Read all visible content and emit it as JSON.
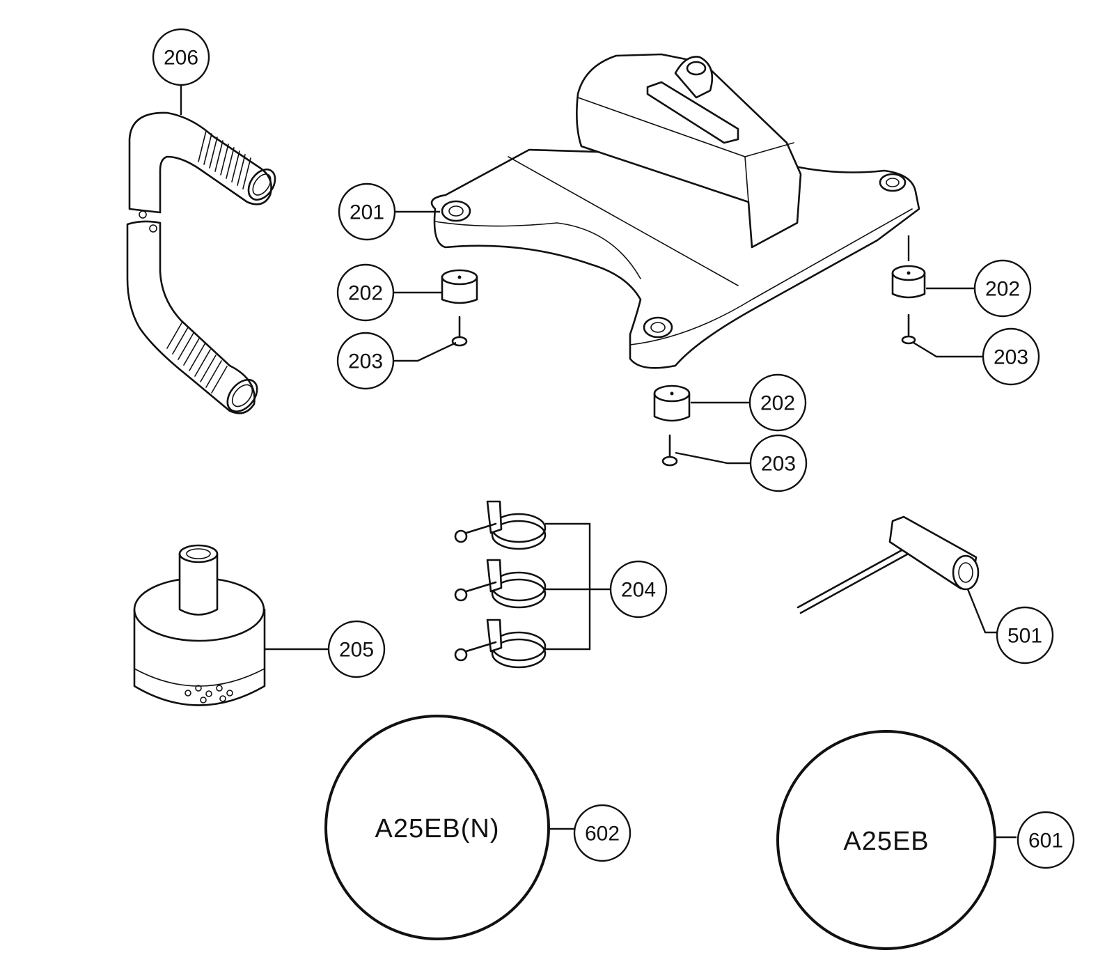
{
  "callouts": {
    "c206": "206",
    "c201": "201",
    "c202_left": "202",
    "c203_left": "203",
    "c202_right": "202",
    "c203_right": "203",
    "c202_bottom": "202",
    "c203_bottom": "203",
    "c204": "204",
    "c205": "205",
    "c501": "501",
    "c602": "602",
    "c601": "601"
  },
  "models": {
    "left_model": "A25EB(N)",
    "right_model": "A25EB"
  },
  "parts": [
    {
      "ref": "201",
      "name": "base-plate"
    },
    {
      "ref": "202",
      "name": "rubber-foot"
    },
    {
      "ref": "203",
      "name": "screw"
    },
    {
      "ref": "204",
      "name": "hose-clamp"
    },
    {
      "ref": "205",
      "name": "air-filter"
    },
    {
      "ref": "206",
      "name": "corrugated-hose"
    },
    {
      "ref": "501",
      "name": "t-wrench"
    },
    {
      "ref": "601",
      "name": "model-label"
    },
    {
      "ref": "602",
      "name": "model-label"
    }
  ]
}
